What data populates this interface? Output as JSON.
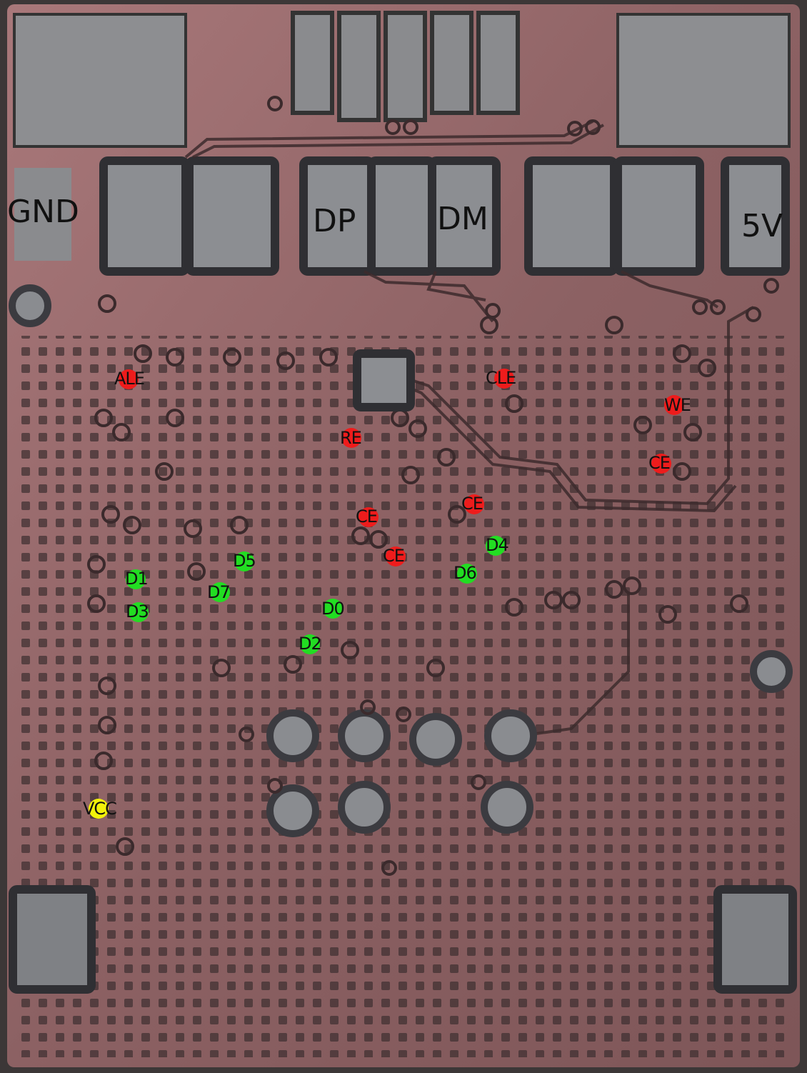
{
  "colors": {
    "board": "#8f6466",
    "pad": "#9a9c9f",
    "pad_edge": "#3b3b40",
    "red_marker": "#ee1c1c",
    "green_marker": "#22dd22",
    "yellow_marker": "#f2f20a"
  },
  "edge_labels": {
    "gnd": "GND",
    "dp": "DP",
    "dm": "DM",
    "v5": "5V"
  },
  "markers": {
    "ale": "ALE",
    "cle": "CLE",
    "we": "WE",
    "re": "RE",
    "ce_1": "CE",
    "ce_2": "CE",
    "ce_3": "CE",
    "ce_4": "CE",
    "d0": "D0",
    "d1": "D1",
    "d2": "D2",
    "d3": "D3",
    "d4": "D4",
    "d5": "D5",
    "d6": "D6",
    "d7": "D7",
    "vcc": "VCC"
  }
}
